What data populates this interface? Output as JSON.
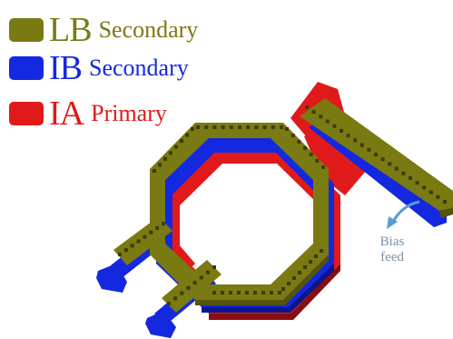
{
  "legend": [
    {
      "abbr": "LB",
      "label": "Secondary",
      "color": "#7a7a12"
    },
    {
      "abbr": "IB",
      "label": "Secondary",
      "color": "#1428e0"
    },
    {
      "abbr": "IA",
      "label": "Primary",
      "color": "#e01a1a"
    }
  ],
  "annotation": {
    "line1": "Bias",
    "line2": "feed",
    "color": "#5c9ad6"
  },
  "colors": {
    "lb_dark": "#54540a",
    "lb_via": "#3c3c06",
    "ib_dark": "#0a178a",
    "ia_dark": "#8a0c0c"
  }
}
